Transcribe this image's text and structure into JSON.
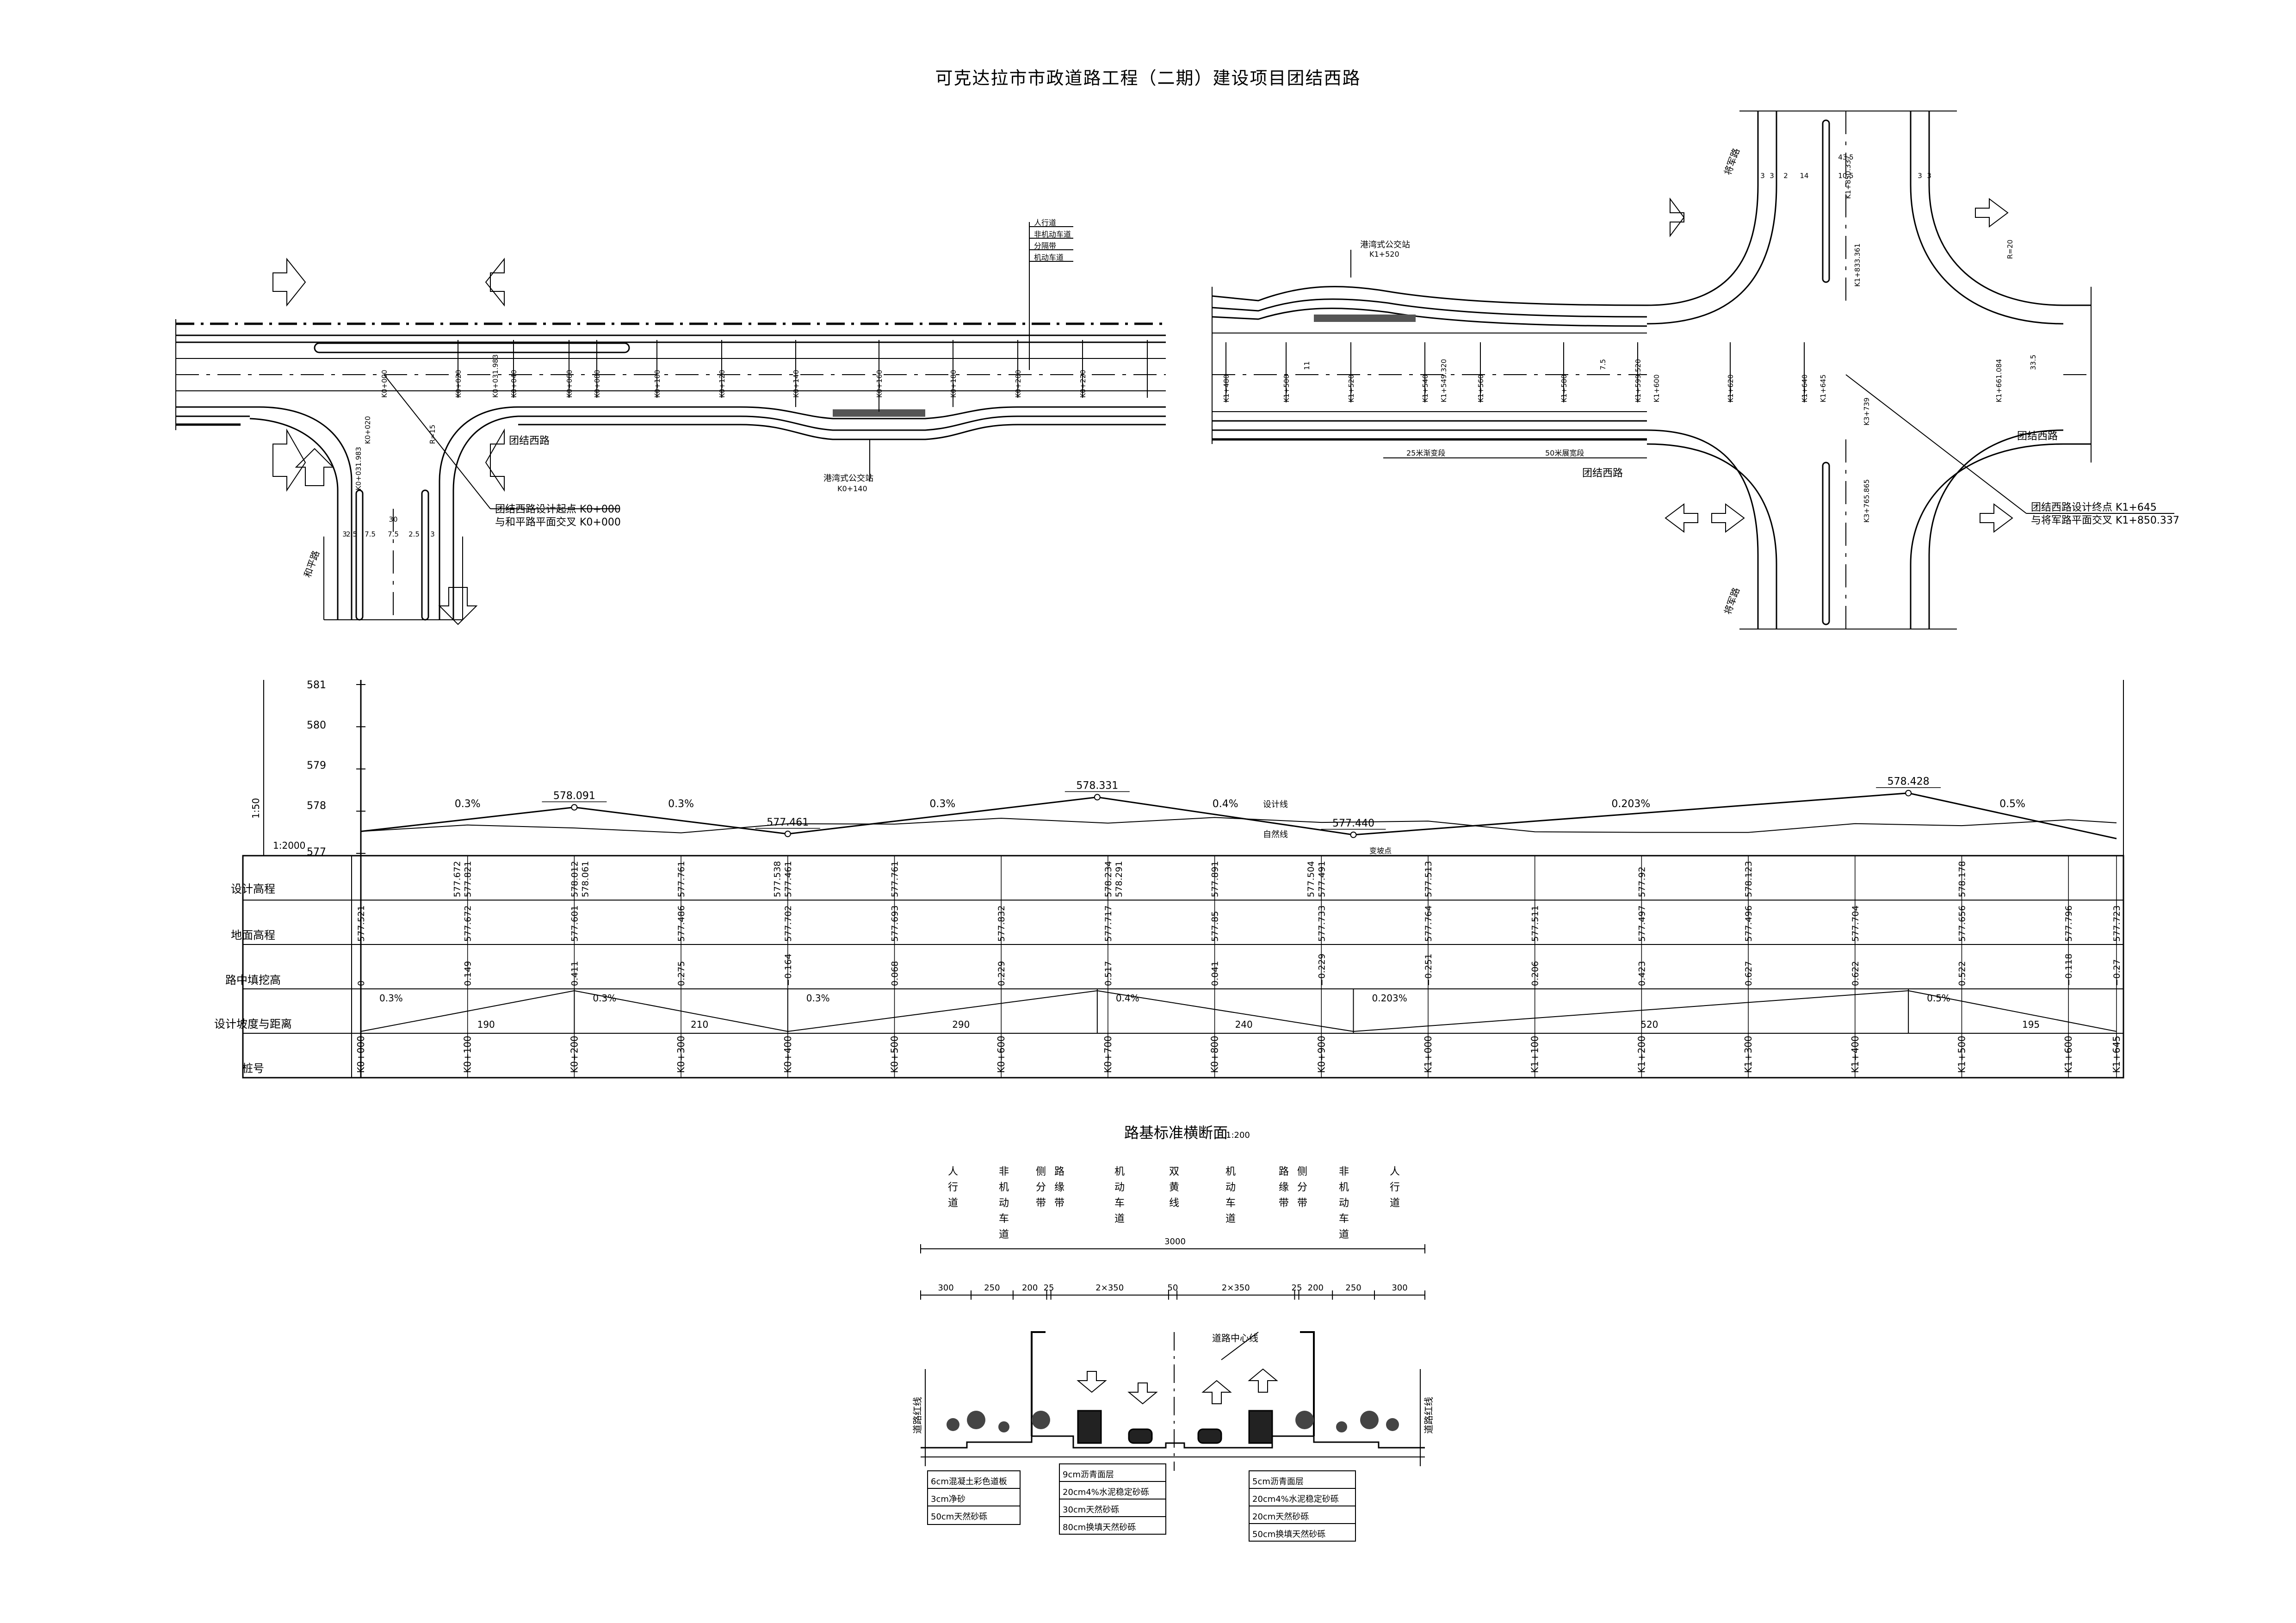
{
  "title": "可克达拉市市政道路工程（二期）建设项目团结西路",
  "plan": {
    "road_name": "团结西路",
    "road_name_2": "团结西路",
    "road_name_3": "团结西路",
    "cross_road_west": "和平路",
    "cross_road_east_top": "将军路",
    "cross_road_east_bottom": "将军路",
    "start_note_1": "团结西路设计起点 K0+000",
    "start_note_2": "与和平路平面交叉 K0+000",
    "end_note_1": "团结西路设计终点 K1+645",
    "end_note_2": "与将军路平面交叉 K1+850.337",
    "bus_stop_1_label": "港湾式公交站",
    "bus_stop_1_km": "K0+140",
    "bus_stop_2_label": "港湾式公交站",
    "bus_stop_2_km": "K1+520",
    "legend": [
      "人行道",
      "非机动车道",
      "分隔带",
      "机动车道"
    ],
    "taper_1": "25米渐变段",
    "taper_2": "50米展宽段",
    "west_stations": [
      "K0+000",
      "K0+020",
      "K0+040",
      "K0+031.983",
      "K0+060",
      "K0+080",
      "K0+100",
      "K0+120",
      "K0+140",
      "K0+160",
      "K0+180",
      "K0+200",
      "K0+220"
    ],
    "east_stations": [
      "K1+480",
      "K1+500",
      "K1+520",
      "K1+540",
      "K1+549.320",
      "K1+560",
      "K1+580",
      "K1+599.520",
      "K1+600",
      "K1+620",
      "K1+640",
      "K1+645",
      "K1+661.084"
    ],
    "dims_west": [
      "3",
      "2.5",
      "7.5",
      "7.5",
      "2.5",
      "3",
      "30"
    ],
    "dims_east": [
      "3",
      "3",
      "2",
      "14",
      "10.5",
      "3",
      "3",
      "43.5"
    ],
    "misc_labels": [
      "K0+020",
      "K0+031.983",
      "K1+850.337",
      "K1+833.361",
      "K3+739",
      "K3+765.865",
      "11",
      "7.5",
      "33.5",
      "R=15",
      "R=20"
    ]
  },
  "profile": {
    "scale_v": "1:50",
    "scale_h": "1:2000",
    "y_ticks": [
      "581",
      "580",
      "579",
      "578",
      "577"
    ],
    "row_labels": [
      "设计高程",
      "地面高程",
      "路中填挖高",
      "设计坡度与距离",
      "桩号"
    ],
    "design_label": "设计线",
    "ground_label": "自然线",
    "ridge_label": "变坡点",
    "pvi": [
      {
        "st": 200,
        "elev": "578.091"
      },
      {
        "st": 400,
        "elev": "577.461"
      },
      {
        "st": 690,
        "elev": "578.331"
      },
      {
        "st": 930,
        "elev": "577.440"
      },
      {
        "st": 1450,
        "elev": "578.428"
      }
    ],
    "grade_labels": [
      "0.3%",
      "0.3%",
      "0.3%",
      "0.4%",
      "0.203%",
      "0.5%"
    ],
    "design_elev": [
      {
        "st": 100,
        "v": "577.821"
      },
      {
        "st": 90,
        "v": "577.672"
      },
      {
        "st": 200,
        "v": "578.012"
      },
      {
        "st": 210,
        "v": "578.061"
      },
      {
        "st": 300,
        "v": "577.761"
      },
      {
        "st": 390,
        "v": "577.538"
      },
      {
        "st": 400,
        "v": "577.461"
      },
      {
        "st": 500,
        "v": "577.761"
      },
      {
        "st": 700,
        "v": "578.234"
      },
      {
        "st": 710,
        "v": "578.291"
      },
      {
        "st": 800,
        "v": "577.891"
      },
      {
        "st": 890,
        "v": "577.504"
      },
      {
        "st": 900,
        "v": "577.491"
      },
      {
        "st": 1000,
        "v": "577.513"
      },
      {
        "st": 1200,
        "v": "577.92"
      },
      {
        "st": 1300,
        "v": "578.123"
      },
      {
        "st": 1500,
        "v": "578.178"
      }
    ],
    "ground_elev": [
      {
        "st": 0,
        "v": "577.521"
      },
      {
        "st": 100,
        "v": "577.672"
      },
      {
        "st": 200,
        "v": "577.601"
      },
      {
        "st": 300,
        "v": "577.486"
      },
      {
        "st": 400,
        "v": "577.702"
      },
      {
        "st": 500,
        "v": "577.693"
      },
      {
        "st": 600,
        "v": "577.832"
      },
      {
        "st": 700,
        "v": "577.717"
      },
      {
        "st": 800,
        "v": "577.85"
      },
      {
        "st": 900,
        "v": "577.733"
      },
      {
        "st": 1000,
        "v": "577.764"
      },
      {
        "st": 1100,
        "v": "577.511"
      },
      {
        "st": 1200,
        "v": "577.497"
      },
      {
        "st": 1300,
        "v": "577.496"
      },
      {
        "st": 1400,
        "v": "577.704"
      },
      {
        "st": 1500,
        "v": "577.656"
      },
      {
        "st": 1600,
        "v": "577.796"
      },
      {
        "st": 1645,
        "v": "577.723"
      }
    ],
    "fill_cut": [
      {
        "st": 0,
        "v": "0"
      },
      {
        "st": 100,
        "v": "0.149"
      },
      {
        "st": 200,
        "v": "0.411"
      },
      {
        "st": 300,
        "v": "0.275"
      },
      {
        "st": 400,
        "v": "−0.164"
      },
      {
        "st": 500,
        "v": "0.068"
      },
      {
        "st": 600,
        "v": "0.229"
      },
      {
        "st": 700,
        "v": "0.517"
      },
      {
        "st": 800,
        "v": "0.041"
      },
      {
        "st": 900,
        "v": "−0.229"
      },
      {
        "st": 1000,
        "v": "−0.251"
      },
      {
        "st": 1100,
        "v": "0.206"
      },
      {
        "st": 1200,
        "v": "0.423"
      },
      {
        "st": 1300,
        "v": "0.627"
      },
      {
        "st": 1400,
        "v": "0.622"
      },
      {
        "st": 1500,
        "v": "0.522"
      },
      {
        "st": 1600,
        "v": "−0.118"
      },
      {
        "st": 1645,
        "v": "−0.27"
      }
    ],
    "grade_segments": [
      {
        "from": 0,
        "to": 200,
        "grade": "0.3%",
        "lens": [
          "190"
        ]
      },
      {
        "from": 200,
        "to": 400,
        "grade": "0.3%",
        "lens": [
          "210"
        ]
      },
      {
        "from": 400,
        "to": 690,
        "grade": "0.3%",
        "lens": [
          "290"
        ]
      },
      {
        "from": 690,
        "to": 930,
        "grade": "0.4%",
        "lens": [
          "240"
        ]
      },
      {
        "from": 930,
        "to": 1450,
        "grade": "0.203%",
        "lens": [
          "520"
        ]
      },
      {
        "from": 1450,
        "to": 1645,
        "grade": "0.5%",
        "lens": [
          "195"
        ]
      }
    ],
    "stations": [
      "K0+000",
      "K0+100",
      "K0+200",
      "K0+300",
      "K0+400",
      "K0+500",
      "K0+600",
      "K0+700",
      "K0+800",
      "K0+900",
      "K1+000",
      "K1+100",
      "K1+200",
      "K1+300",
      "K1+400",
      "K1+500",
      "K1+600",
      "K1+645"
    ]
  },
  "section": {
    "title": "路基标准横断面",
    "scale": "1:200",
    "zone_labels": [
      "人行道",
      "非机动车道",
      "侧分带",
      "路缘带",
      "机动车道",
      "双黄线",
      "机动车道",
      "路缘带",
      "侧分带",
      "非机动车道",
      "人行道"
    ],
    "total_width": "3000",
    "widths": [
      "300",
      "250",
      "200",
      "25",
      "2×350",
      "50",
      "2×350",
      "25",
      "200",
      "250",
      "300"
    ],
    "centerline_label": "道路中心线",
    "boundary_label": "道路红线",
    "layers_left": [
      "6cm混凝土彩色道板",
      "3cm净砂",
      "50cm天然砂砾"
    ],
    "layers_mid": [
      "9cm沥青面层",
      "20cm4%水泥稳定砂砾",
      "30cm天然砂砾",
      "80cm换填天然砂砾"
    ],
    "layers_right": [
      "5cm沥青面层",
      "20cm4%水泥稳定砂砾",
      "20cm天然砂砾",
      "50cm换填天然砂砾"
    ]
  }
}
